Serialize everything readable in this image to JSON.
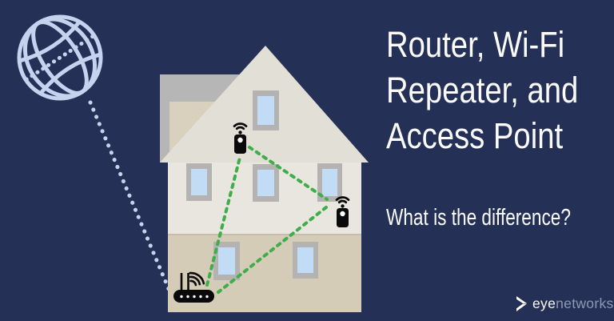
{
  "header": {
    "title_lines": [
      "Router, Wi-Fi",
      "Repeater, and",
      "Access Point"
    ],
    "subtitle": "What is the difference?"
  },
  "logo": {
    "icon": "eyenetworks-arrow-icon",
    "brand_primary": "eye",
    "brand_secondary": "networks"
  },
  "illustration": {
    "globe_icon": "internet-globe-icon",
    "internet_link": "dotted-line-from-internet-to-router",
    "router_icon": "wifi-router-with-antennas",
    "repeater_icons": [
      "wifi-repeater-attic",
      "wifi-repeater-upper-right"
    ],
    "wifi_links_count": 3,
    "windows_count": 6
  },
  "colors": {
    "background": "#243055",
    "text": "#fbfbfb",
    "globe": "#c5d3ee",
    "signal_green": "#3fae4a",
    "roof": "#e2dfd7",
    "wall_upper": "#e9e6df",
    "wall_lower": "#d5ccb8",
    "side_wing_roof": "#b6b6b7",
    "side_wing_wall": "#d9d1be",
    "window_frame": "#b4b3b1",
    "window_glass": "#c3dcf5",
    "device": "#0a0a0a",
    "logo_secondary": "#8e99b4",
    "floor_divider": "#c6bdab"
  }
}
